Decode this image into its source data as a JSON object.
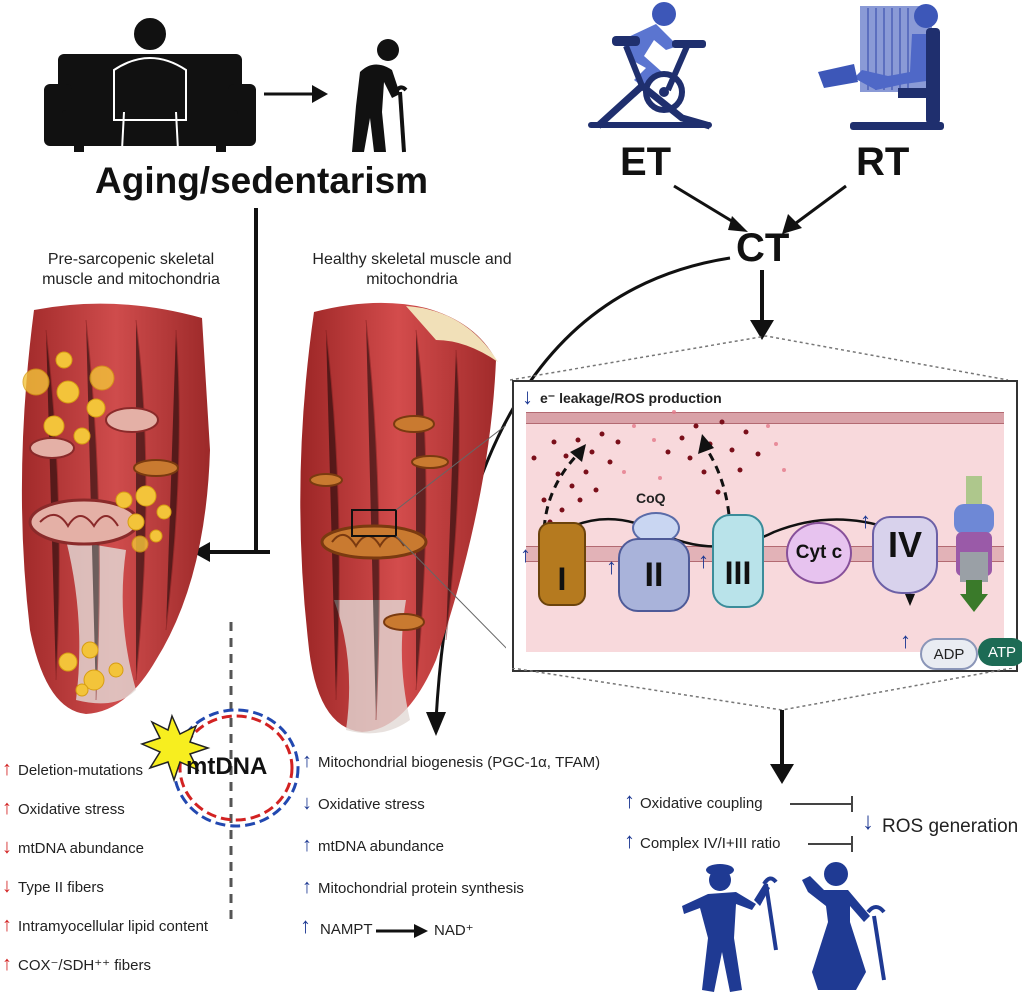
{
  "top_left": {
    "title": "Aging/sedentarism"
  },
  "top_right": {
    "et": "ET",
    "rt": "RT",
    "ct": "CT"
  },
  "panels": {
    "pre_sarcopenic": "Pre-sarcopenic skeletal\nmuscle and mitochondria",
    "healthy": "Healthy skeletal muscle  and\nmitochondria"
  },
  "mito_box": {
    "ros_label": "e⁻ leakage/ROS production",
    "coq": "CoQ",
    "complex_1": "I",
    "complex_2": "II",
    "complex_3": "III",
    "cyt_c": "Cyt c",
    "complex_4": "IV",
    "adp": "ADP",
    "atp": "ATP"
  },
  "mtdna_label": "mtDNA",
  "left_effects": [
    {
      "dir": "up",
      "text": "Deletion-mutations"
    },
    {
      "dir": "up",
      "text": "Oxidative stress"
    },
    {
      "dir": "down",
      "text": "mtDNA abundance"
    },
    {
      "dir": "down",
      "text": "Type II fibers"
    },
    {
      "dir": "up",
      "text": "Intramyocellular lipid content"
    },
    {
      "dir": "up",
      "text": "COX⁻/SDH⁺⁺ fibers"
    }
  ],
  "middle_effects": [
    {
      "dir": "up",
      "text": "Mitochondrial biogenesis (PGC-1α, TFAM)"
    },
    {
      "dir": "down",
      "text": "Oxidative stress"
    },
    {
      "dir": "up",
      "text": "mtDNA abundance"
    },
    {
      "dir": "up",
      "text": "Mitochondrial protein synthesis"
    }
  ],
  "nampt": {
    "from": "NAMPT",
    "to": "NAD⁺"
  },
  "right_effects": {
    "oxidative_coupling": "Oxidative coupling",
    "complex_ratio": "Complex IV/I+III ratio",
    "ros_generation": "ROS generation"
  },
  "colors": {
    "navy": "#1f3a93",
    "red": "#d22222",
    "muscle": "#b83a3a",
    "atp": "#1d6b55"
  }
}
